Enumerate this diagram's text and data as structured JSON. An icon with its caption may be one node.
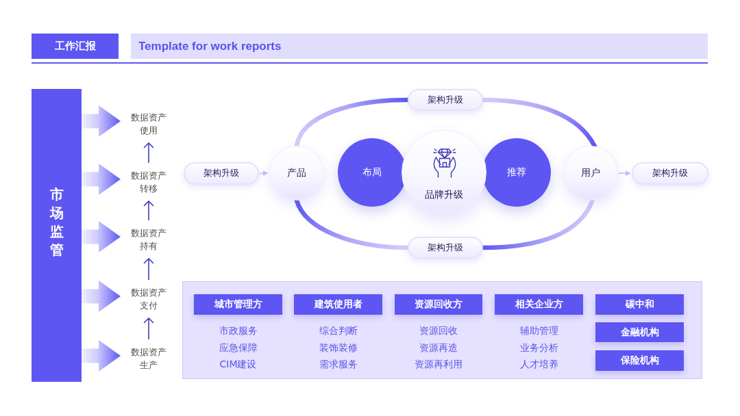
{
  "diagram": {
    "title": "工作汇报",
    "nodes": [
      {
        "text": [
          "市场监管"
        ]
      },
      {
        "text": [
          "数据资产使用"
        ]
      },
      {
        "text": [
          "数据资产转移"
        ]
      },
      {
        "text": [
          "数据资产持有"
        ]
      },
      {
        "text": [
          "数据资产支付"
        ]
      },
      {
        "text": [
          "数据资产生产"
        ]
      },
      {
        "text": [
          "架构升级"
        ]
      },
      {
        "text": [
          "架构升级"
        ]
      },
      {
        "text": [
          "产品"
        ]
      },
      {
        "text": [
          "布局"
        ]
      },
      {
        "text": [
          "品牌升级"
        ]
      },
      {
        "text": [
          "推荐"
        ]
      },
      {
        "text": [
          "用户"
        ]
      },
      {
        "text": [
          "架构升级"
        ]
      },
      {
        "text": [
          "架构升级"
        ]
      },
      {
        "text": [],
        "shape": "box"
      },
      {
        "text": [
          "城市管理方"
        ],
        "in": 15,
        "beside": [
          "市政服务",
          "应急保障",
          "CIM建设"
        ]
      },
      {
        "text": [
          "建筑使用者"
        ],
        "in": 15,
        "beside": [
          "综合判断",
          "装饰装修",
          "需求服务"
        ]
      },
      {
        "text": [
          "资源回收方"
        ],
        "in": 15,
        "beside": [
          "资源回收",
          "资源再造",
          "资源再利用"
        ]
      },
      {
        "text": [
          "相关企业方"
        ],
        "in": 15,
        "beside": [
          "辅助管理",
          "业务分析",
          "人才培养"
        ]
      },
      {
        "text": [
          "碳中和"
        ],
        "in": 15
      },
      {
        "text": [
          "金融机构"
        ],
        "in": 15
      },
      {
        "text": [
          "保险机构"
        ],
        "in": 15
      }
    ],
    "edges": [
      {
        "from": 0,
        "to": 1,
        "arrow": "to",
        "style": "thick"
      },
      {
        "from": 0,
        "to": 2,
        "arrow": "to",
        "style": "thick"
      },
      {
        "from": 0,
        "to": 3,
        "arrow": "to",
        "style": "thick"
      },
      {
        "from": 0,
        "to": 4,
        "arrow": "to",
        "style": "thick"
      },
      {
        "from": 0,
        "to": 5,
        "arrow": "to",
        "style": "thick"
      },
      {
        "from": 5,
        "to": 4,
        "arrow": "to",
        "color": "#3430b5"
      },
      {
        "from": 4,
        "to": 3,
        "arrow": "to",
        "color": "#3430b5"
      },
      {
        "from": 3,
        "to": 2,
        "arrow": "to",
        "color": "#3430b5"
      },
      {
        "from": 2,
        "to": 1,
        "arrow": "to",
        "color": "#3430b5"
      },
      {
        "from": 7,
        "to": 8,
        "arrow": "to",
        "color": "#c4bdf8"
      },
      {
        "from": 8,
        "to": 6,
        "arrow": "none",
        "style": "thick"
      },
      {
        "from": 6,
        "to": 12,
        "arrow": "none",
        "style": "thick"
      },
      {
        "from": 8,
        "to": 14,
        "arrow": "none",
        "style": "thick"
      },
      {
        "from": 14,
        "to": 12,
        "arrow": "none",
        "style": "thick"
      },
      {
        "from": 12,
        "to": 13,
        "arrow": "to",
        "color": "#c4bdf8"
      }
    ],
    "labels": [
      "Template for work reports"
    ]
  }
}
